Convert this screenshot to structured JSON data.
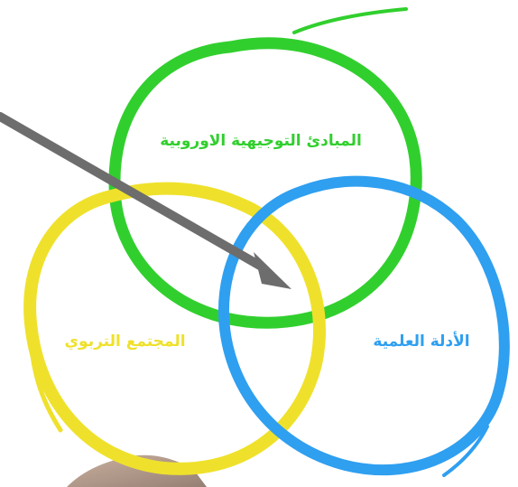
{
  "diagram": {
    "labels": {
      "european_guidelines": "المبادئ التوجيهية الاوروبية",
      "educational_community": "المجتمع التربوي",
      "scientific_evidence": "الأدلة العلمية"
    },
    "colors": {
      "green": "#31cf2e",
      "yellow": "#efe12b",
      "blue": "#2f9ff0",
      "arrow": "#6d6d6d",
      "background": "#ffffff",
      "hand": "#8e6d57"
    }
  }
}
